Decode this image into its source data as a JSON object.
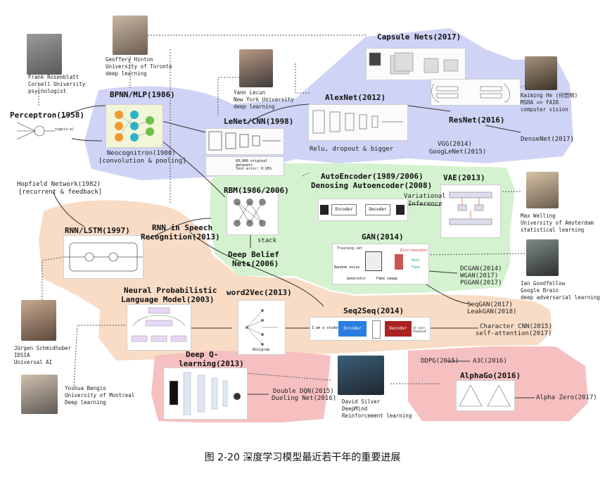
{
  "caption": "图 2-20 深度学习模型最近若干年的重要进展",
  "colors": {
    "cnn_region": "#cfd3f5",
    "gen_region": "#d4f2cf",
    "seq_region": "#f9dcc6",
    "rl_region": "#f6c0c0"
  },
  "nodes": {
    "perceptron": "Perceptron(1958)",
    "bpnn": "BPNN/MLP(1986)",
    "neocognitron": "Neocognitron(1980)",
    "neocognitron_sub": "[convolution & pooling]",
    "lenet": "LeNet/CNN(1998)",
    "alexnet": "AlexNet(2012)",
    "alexnet_sub": "Relu, dropout & bigger",
    "capsule": "Capsule Nets(2017)",
    "resnet": "ResNet(2016)",
    "vgg": "VGG(2014)",
    "googlenet": "GoogLeNet(2015)",
    "densenet": "DenseNet(2017)",
    "hopfield": "Hopfield Network(1982)",
    "hopfield_sub": "[recurrent & feedback]",
    "rbm": "RBM(1986/2006)",
    "stack": "stack",
    "dbn": "Deep Belief",
    "dbn2": "Nets(2006)",
    "autoencoder": "AutoEncoder(1989/2006)",
    "dae": "Denosing Autoencoder(2008)",
    "vae": "VAE(2013)",
    "variational": "Variational",
    "inference": "Inference",
    "gan": "GAN(2014)",
    "dcgan": "DCGAN(2014)",
    "wgan": "WGAN(2017)",
    "pggan": "PGGAN(2017)",
    "rnn_lstm": "RNN/LSTM(1997)",
    "rnn_speech": "RNN in Speech",
    "rnn_speech2": "Recognition(2013)",
    "nplm": "Neural Probabilistic",
    "nplm2": "Language Model(2003)",
    "word2vec": "word2Vec(2013)",
    "seq2seq": "Seq2Seq(2014)",
    "seqgan": "SeqGAN(2017)",
    "leakgan": "LeakGAN(2018)",
    "charcnn": "Character CNN(2015)",
    "selfatt": "self-attention(2017)",
    "dqn": "Deep Q-",
    "dqn2": "learning(2013)",
    "doubledqn": "Double DQN(2015)",
    "duelingnet": "Dueling Net(2016)",
    "ddpg": "DDPG(2015)",
    "a3c": "A3C(2016)",
    "alphago": "AlphaGo(2016)",
    "alphazero": "Alpha Zero(2017)"
  },
  "people": {
    "rosenblatt": [
      "Frank Rosenblatt",
      "Cornell University",
      "psychologist"
    ],
    "hinton": [
      "Geoffery Hinton",
      "University of Toronto",
      "deep learning"
    ],
    "lecun": [
      "Yann Lecun",
      "New York University",
      "deep learning"
    ],
    "he": [
      "Kaiming He (何恺明)",
      "MSRA => FAIR",
      "computer vision"
    ],
    "welling": [
      "Max Welling",
      "University of Amsterdam",
      "statistical learning"
    ],
    "goodfellow": [
      "Ian Goodfellow",
      "Google Brain",
      "deep adversarial learning"
    ],
    "schmidhuber": [
      "Jürgen Schmidhuber",
      "IDSIA",
      "Universal AI"
    ],
    "bengio": [
      "Yoshua Bengio",
      "University of Montreal",
      "Deep learning"
    ],
    "silver": [
      "David Silver",
      "DeepMind",
      "Reinforcement learning"
    ]
  },
  "figure_text": {
    "perceptron_out": "sign(x·w)",
    "mnist_line1": "60,000 original datasets",
    "mnist_line2": "Test error: 0.95%",
    "seq_in": "I am a student",
    "seq_enc": "Encoder",
    "seq_dec": "Decoder",
    "seq_out": "je suis étudiant",
    "ae_enc": "Encoder",
    "ae_dec": "Decoder",
    "gan_real": "Real",
    "gan_fake": "Fake",
    "gan_disc": "Discriminator",
    "gan_gen": "Generator",
    "gan_training": "Training set",
    "gan_noise": "Random noise",
    "gan_fakeimg": "Fake image",
    "w2v_hist": "Wikigram"
  }
}
